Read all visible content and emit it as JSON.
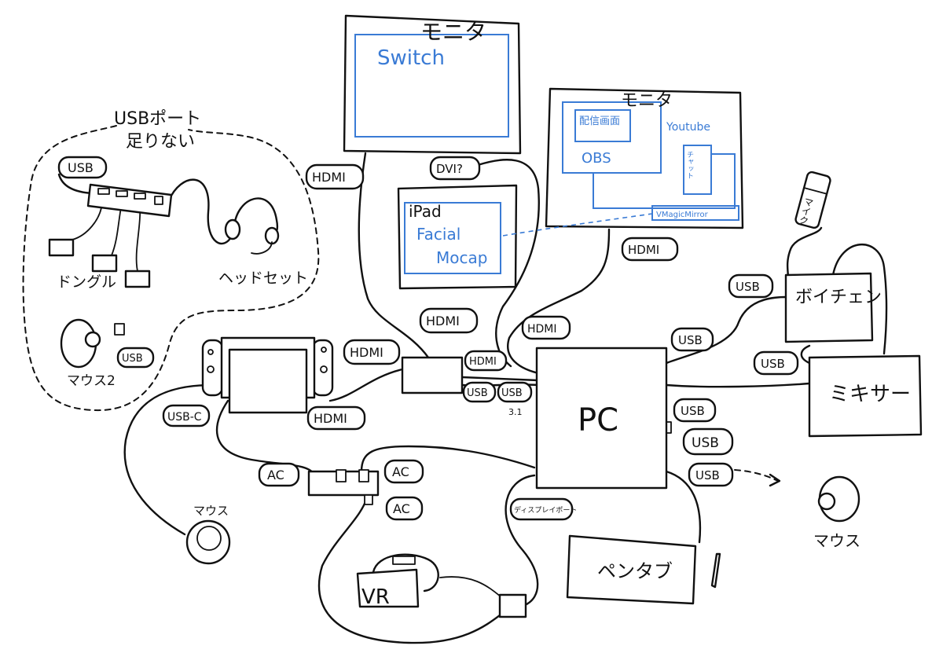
{
  "monitor_left": {
    "label": "モニタ",
    "screen": "Switch"
  },
  "monitor_right": {
    "label": "モニタ",
    "stream_screen": "配信画面",
    "obs": "OBS",
    "youtube": "Youtube",
    "chat": "チャット",
    "vmagicmirror": "VMagicMirror"
  },
  "ipad": {
    "label": "iPad",
    "app_line1": "Facial",
    "app_line2": "Mocap"
  },
  "pc": {
    "label": "PC"
  },
  "mixer": {
    "label": "ミキサー"
  },
  "voice_changer": {
    "label": "ボイチェン"
  },
  "mic": {
    "label": "マイク"
  },
  "pen_tablet": {
    "label": "ペンタブ"
  },
  "vr": {
    "label": "VR"
  },
  "usb_hub_group": {
    "note_line1": "USBポート",
    "note_line2": "足りない",
    "dongle": "ドングル",
    "headset": "ヘッドセット",
    "mouse2": "マウス2"
  },
  "mouse_left": "マウス",
  "mouse_right": "マウス",
  "connections": {
    "hdmi": "HDMI",
    "dvi": "DVI?",
    "usb": "USB",
    "usb_c": "USB-C",
    "ac": "AC",
    "displayport": "ディスプレイポート",
    "usb_version": "3.1"
  }
}
